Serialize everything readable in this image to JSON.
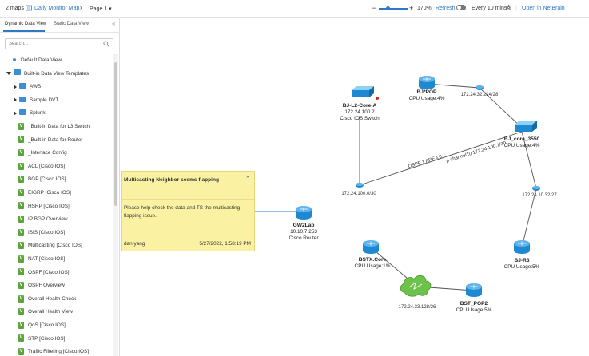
{
  "header": {
    "maps_count": "2 maps",
    "map_name": "Daily Monitor Map",
    "page": "Page 1",
    "zoom": "170%",
    "refresh": "Refresh",
    "interval": "Every 10 mins",
    "open": "Open in NetBrain"
  },
  "sidebar": {
    "tabs": [
      "Dynamic Data View",
      "Static Data View"
    ],
    "search_placeholder": "Search...",
    "items": [
      {
        "label": "Default Data View",
        "kind": "dot",
        "indent": 0
      },
      {
        "label": "Built-in Data View Templates",
        "kind": "folder-open",
        "indent": 0
      },
      {
        "label": "AWS",
        "kind": "folder",
        "indent": 1
      },
      {
        "label": "Sample DVT",
        "kind": "folder",
        "indent": 1
      },
      {
        "label": "Splunk",
        "kind": "folder",
        "indent": 1
      },
      {
        "label": "_Built-in Data for L3 Switch",
        "kind": "item",
        "indent": 1
      },
      {
        "label": "_Built-in Data for Router",
        "kind": "item",
        "indent": 1
      },
      {
        "label": "_Interface Config",
        "kind": "item",
        "indent": 1
      },
      {
        "label": "ACL [Cisco IOS]",
        "kind": "item",
        "indent": 1
      },
      {
        "label": "BGP [Cisco IOS]",
        "kind": "item",
        "indent": 1
      },
      {
        "label": "EIGRP [Cisco IOS]",
        "kind": "item",
        "indent": 1
      },
      {
        "label": "HSRP [Cisco IOS]",
        "kind": "item",
        "indent": 1
      },
      {
        "label": "IP BGP Overview",
        "kind": "item",
        "indent": 1
      },
      {
        "label": "ISIS [Cisco IOS]",
        "kind": "item",
        "indent": 1
      },
      {
        "label": "Multicasting [Cisco IOS]",
        "kind": "item",
        "indent": 1
      },
      {
        "label": "NAT [Cisco IOS]",
        "kind": "item",
        "indent": 1
      },
      {
        "label": "OSPF [Cisco IOS]",
        "kind": "item",
        "indent": 1
      },
      {
        "label": "OSPF Overview",
        "kind": "item",
        "indent": 1
      },
      {
        "label": "Overall Health Check",
        "kind": "item",
        "indent": 1
      },
      {
        "label": "Overall Health View",
        "kind": "item",
        "indent": 1
      },
      {
        "label": "QoS [Cisco IOS]",
        "kind": "item",
        "indent": 1
      },
      {
        "label": "STP [Cisco IOS]",
        "kind": "item",
        "indent": 1
      },
      {
        "label": "Traffic Filtering [Cisco IOS]",
        "kind": "item",
        "indent": 1
      }
    ]
  },
  "note": {
    "title": "Multicasting Neighbor seems flapping",
    "body": "Please help check the data and TS the multicasting flapping issue.",
    "author": "dan.yang",
    "time": "5/27/2022, 1:58:19 PM"
  },
  "devices": {
    "bjl2": {
      "name": "BJ-L2-Core-A",
      "ip": "172.24.100.2",
      "model": "Cisco IOS Switch"
    },
    "bjpop": {
      "name": "BJ*POP",
      "cpu": "CPU Usage:4%"
    },
    "bjcore": {
      "name": "BJ_core_3550",
      "cpu": "CPU Usage:4%"
    },
    "gw2lab": {
      "name": "GW2Lab",
      "ip": "10.10.7.253",
      "model": "Cisco Router"
    },
    "bjr3": {
      "name": "BJ-R3",
      "cpu": "CPU Usage:5%"
    },
    "bstx": {
      "name": "BSTX.Core",
      "cpu": "CPU Usage:1%"
    },
    "bstpop2": {
      "name": "BST_POP2",
      "cpu": "CPU Usage:5%"
    }
  },
  "links": {
    "l224": "172.24.32.224/28",
    "l1000": "172.24.100.0/30",
    "l1032": "172.24.10.32/27",
    "l33128": "172.24.33.128/26",
    "ospf": "OSPF 1 AREA 0",
    "pch": "p-channel10 172.24.100.1/30"
  },
  "colors": {
    "accent": "#2f78c4",
    "device": "#1e88d0",
    "note": "#fbf1a3",
    "cloud": "#6cc24a"
  }
}
